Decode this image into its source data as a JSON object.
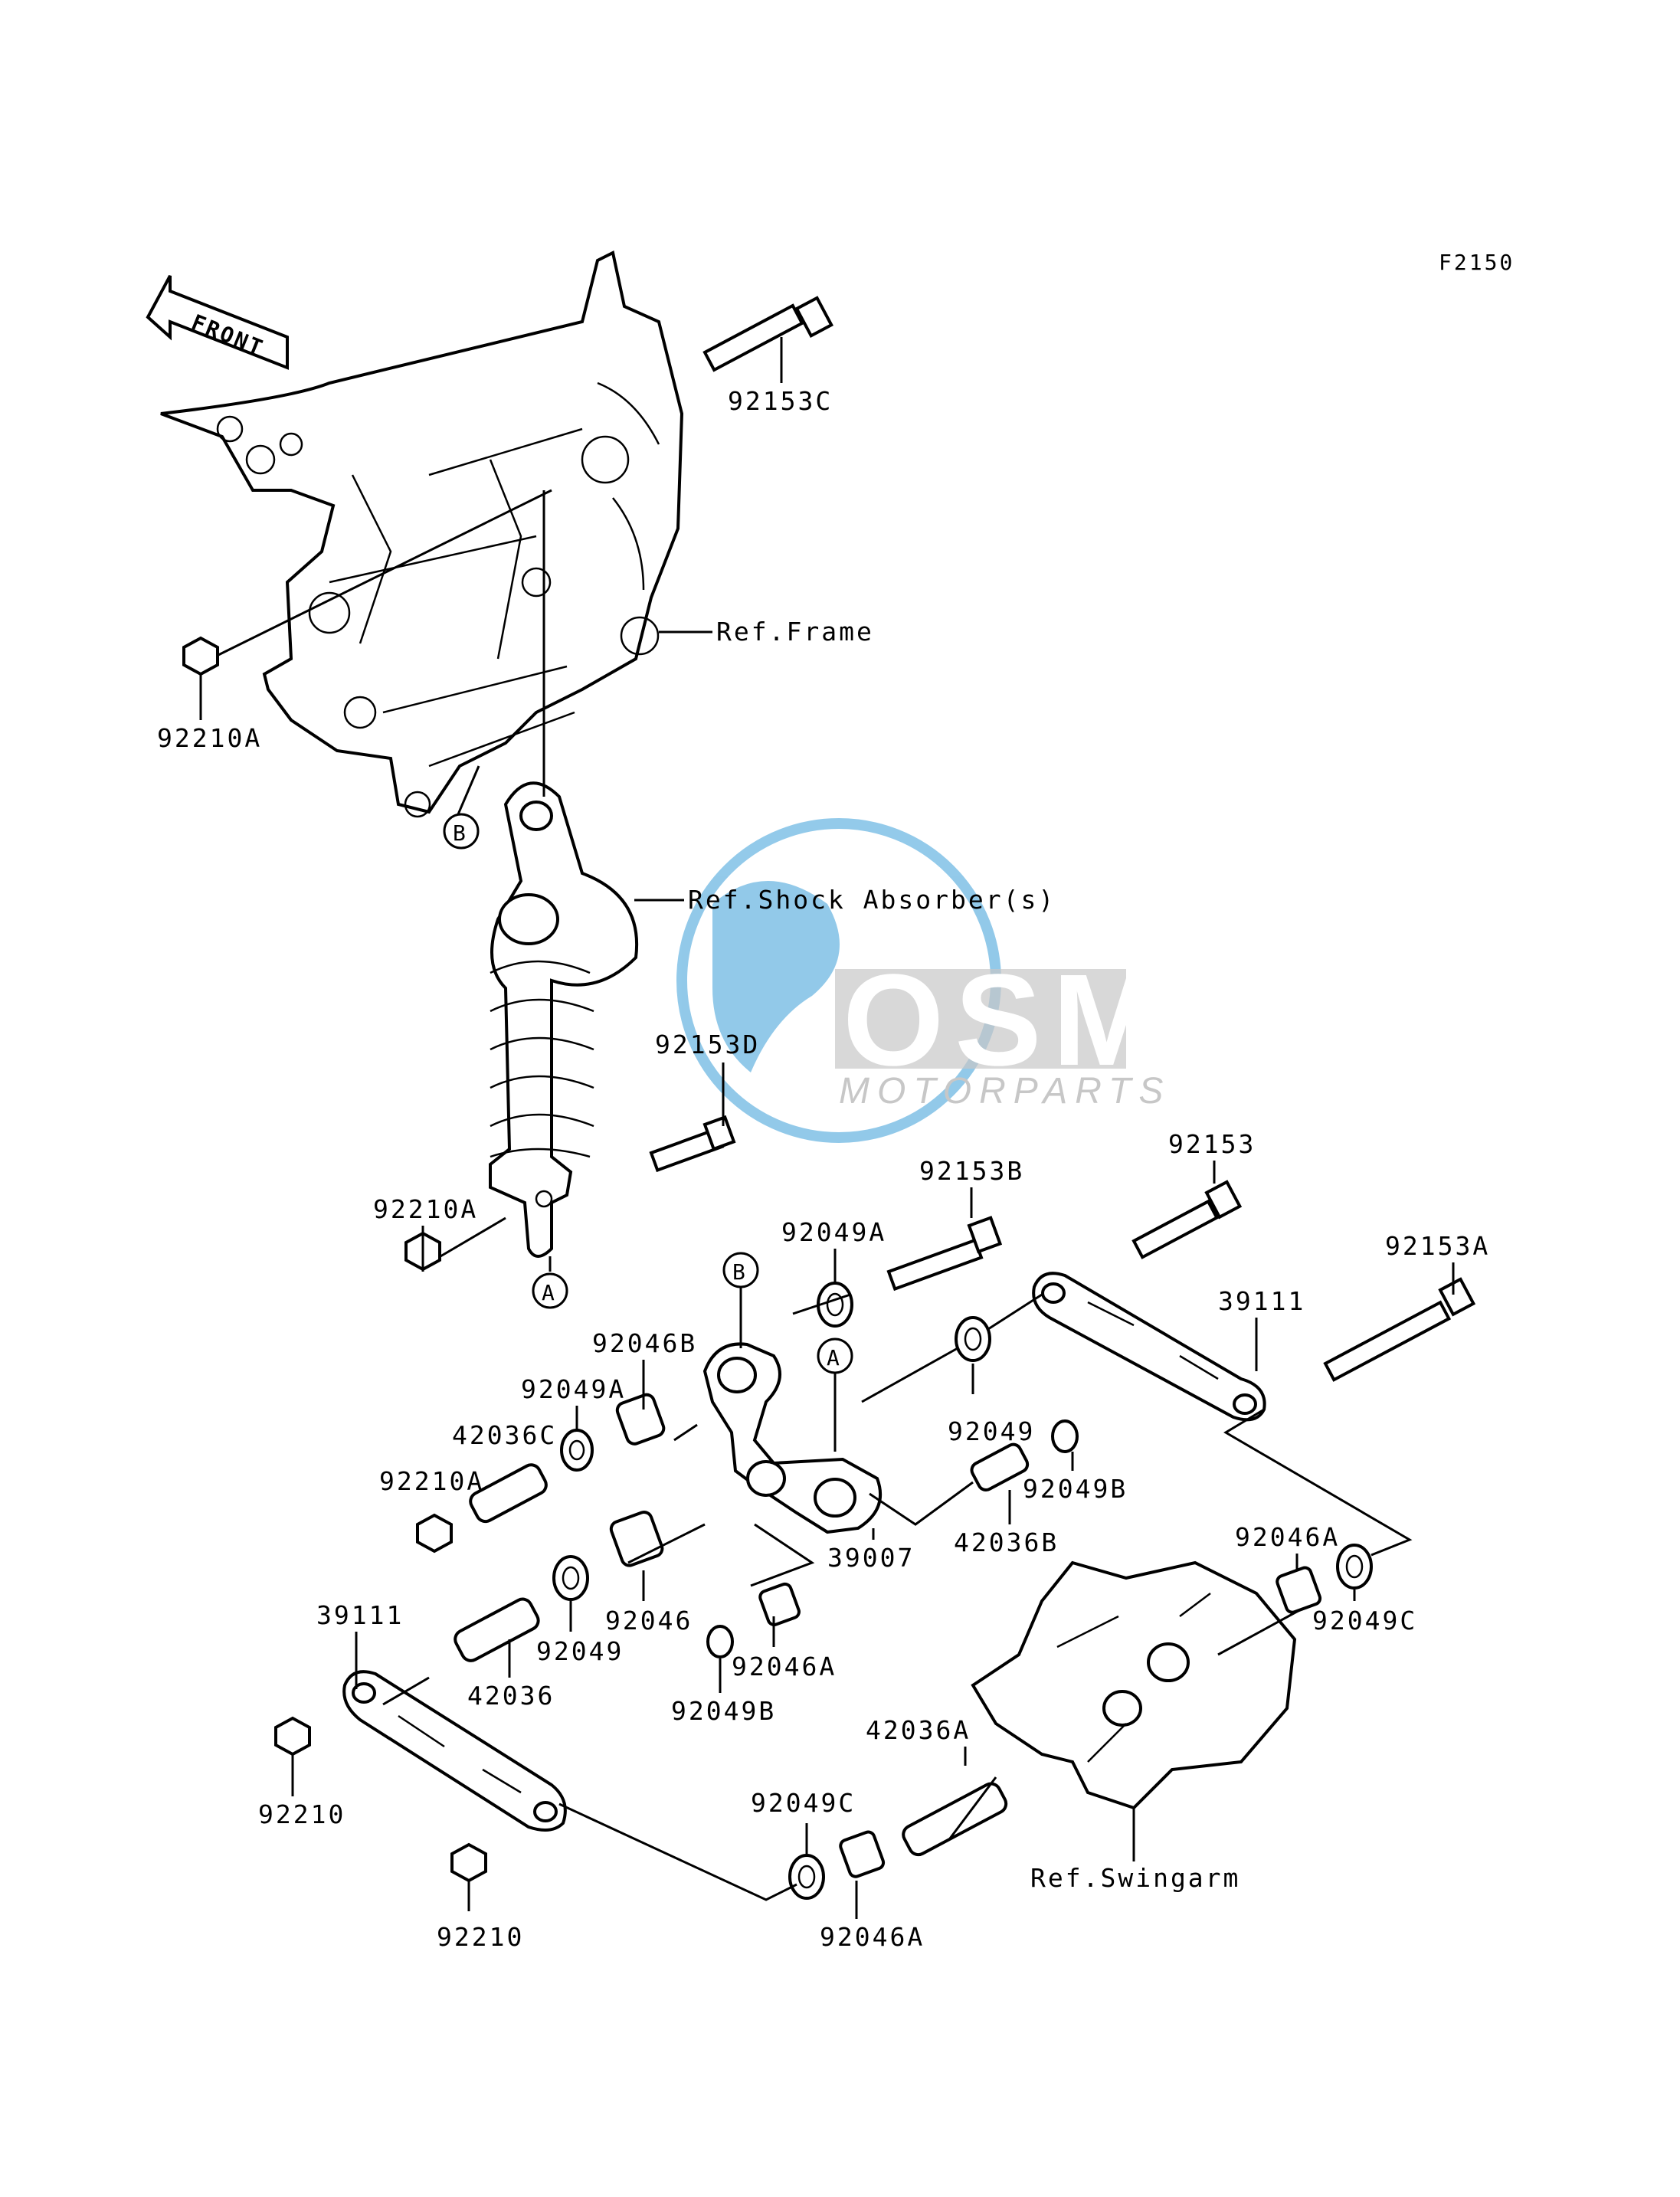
{
  "diagram_code": "F2150",
  "front_arrow_text": "FRONT",
  "watermark": {
    "brand": "OSM",
    "subtitle": "MOTORPARTS",
    "color": "#3a9ed8",
    "text_color": "#9a9a9a"
  },
  "callouts": {
    "A1": "A",
    "A2": "A",
    "B1": "B",
    "B2": "B"
  },
  "labels": {
    "p92153C": "92153C",
    "p92210A_top": "92210A",
    "ref_frame": "Ref.Frame",
    "ref_shock": "Ref.Shock Absorber(s)",
    "p92153D": "92153D",
    "p92210A_mid": "92210A",
    "p92153B": "92153B",
    "p92153": "92153",
    "p92153A": "92153A",
    "p92049A_top": "92049A",
    "p92046B": "92046B",
    "p92049A_left": "92049A",
    "p42036C": "42036C",
    "p92210A_low": "92210A",
    "p39111_right": "39111",
    "p92049_right": "92049",
    "p92049B_right": "92049B",
    "p42036B": "42036B",
    "p39007": "39007",
    "p92046A_right": "92046A",
    "p92049C_right": "92049C",
    "p39111_left": "39111",
    "p42036": "42036",
    "p92049_low": "92049",
    "p92046": "92046",
    "p92046A_mid": "92046A",
    "p92049B_mid": "92049B",
    "p92210_left": "92210",
    "p92210_low": "92210",
    "p92049C_low": "92049C",
    "p92046A_low": "92046A",
    "p42036A": "42036A",
    "ref_swingarm": "Ref.Swingarm"
  }
}
